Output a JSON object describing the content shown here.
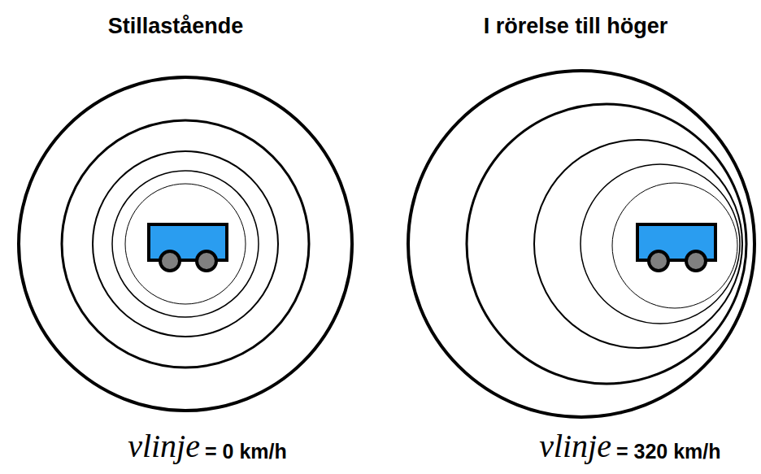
{
  "diagram": {
    "labels": [
      "Stillastående",
      "I rörelse till höger",
      "vlinje",
      "= 0 km/h",
      "vlinje",
      "= 320 km/h"
    ]
  }
}
